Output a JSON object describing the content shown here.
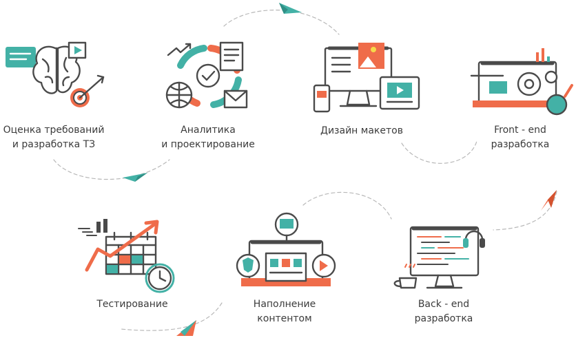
{
  "colors": {
    "outline": "#4a4a4a",
    "orange": "#ef6c4a",
    "teal": "#43b1a6",
    "light": "#e9e9e9",
    "dash": "#b8b8b8",
    "text": "#3b3b3b"
  },
  "steps": [
    {
      "icon": "brain-target-icon",
      "lines": [
        "Оценка требований",
        "и разработка ТЗ"
      ]
    },
    {
      "icon": "analytics-chart-icon",
      "lines": [
        "Аналитика",
        "и проектирование"
      ]
    },
    {
      "icon": "devices-design-icon",
      "lines": [
        "Дизайн макетов"
      ]
    },
    {
      "icon": "frontend-laptop-icon",
      "lines": [
        "Front - end",
        "разработка"
      ]
    },
    {
      "icon": "testing-calendar-icon",
      "lines": [
        "Тестирование"
      ]
    },
    {
      "icon": "content-laptop-icon",
      "lines": [
        "Наполнение",
        "контентом"
      ]
    },
    {
      "icon": "backend-monitor-icon",
      "lines": [
        "Back - end",
        "разработка"
      ]
    }
  ]
}
